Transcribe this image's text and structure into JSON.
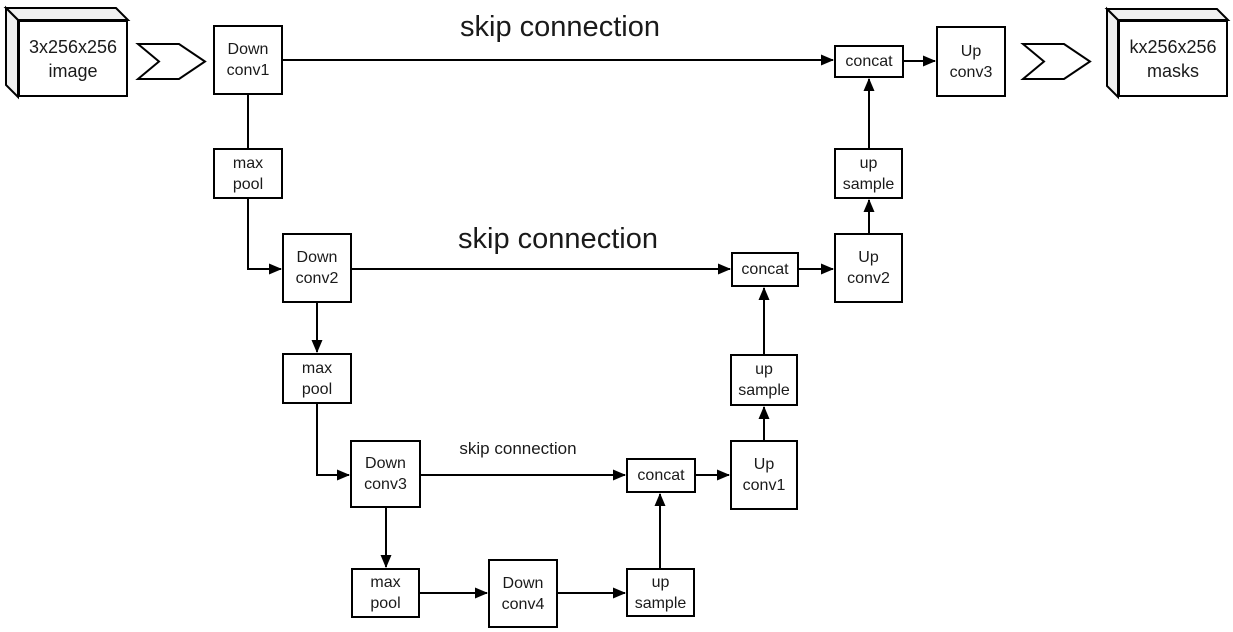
{
  "diagram": {
    "type": "unet-architecture-flowchart",
    "nodes": {
      "input_image": "3x256x256\nimage",
      "down_conv1": "Down\nconv1",
      "max_pool_1": "max\npool",
      "down_conv2": "Down\nconv2",
      "max_pool_2": "max\npool",
      "down_conv3": "Down\nconv3",
      "max_pool_3": "max\npool",
      "down_conv4": "Down\nconv4",
      "up_sample_a": "up\nsample",
      "concat_a": "concat",
      "up_conv1": "Up\nconv1",
      "up_sample_b": "up\nsample",
      "concat_b": "concat",
      "up_conv2": "Up\nconv2",
      "up_sample_c": "up\nsample",
      "concat_c": "concat",
      "up_conv3": "Up\nconv3",
      "output_masks": "kx256x256\nmasks"
    },
    "labels": {
      "skip_connection_1": "skip connection",
      "skip_connection_2": "skip connection",
      "skip_connection_3": "skip connection"
    },
    "colors": {
      "stroke": "#000000",
      "box_fill": "#ffffff",
      "face_fill": "#f0f0f0",
      "background": "#ffffff",
      "text": "#1a1a1a"
    }
  }
}
